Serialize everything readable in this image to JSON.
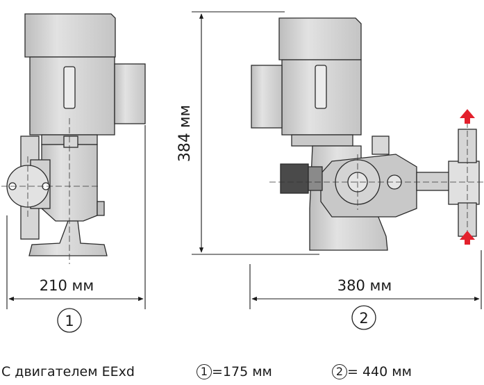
{
  "diagram": {
    "left_width_label": "210 мм",
    "right_width_label": "380 мм",
    "height_label": "384 мм",
    "left_callout": "1",
    "right_callout": "2"
  },
  "captions": {
    "motor_note": "С двигателем EExd",
    "ref1_number": "1",
    "ref1_value": "=175 мм",
    "ref2_number": "2",
    "ref2_value": "= 440 мм"
  },
  "colors": {
    "metal": "#d2d2d2",
    "metal_dark": "#b9b9b9",
    "outline": "#2a2a2a",
    "accent_arrow": "#e3202c",
    "knob": "#4a4a4a"
  }
}
